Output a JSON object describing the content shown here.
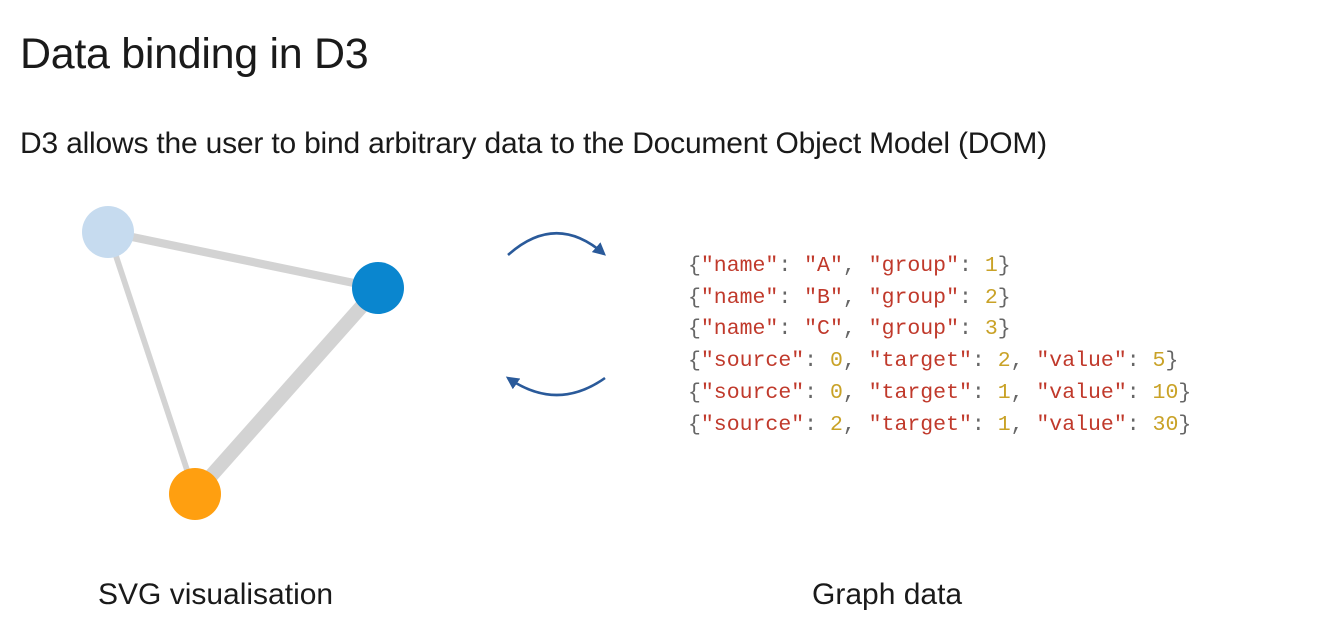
{
  "slide": {
    "title": "Data binding in D3",
    "subtitle": "D3 allows the user to bind arbitrary data to the Document Object Model (DOM)",
    "caption_left": "SVG visualisation",
    "caption_right": "Graph data"
  },
  "colors": {
    "link": "#d3d3d3",
    "arrow": "#2a5a9a",
    "group_1": "#c6dbef",
    "group_2": "#0a86cf",
    "group_3": "#ff9f10",
    "code_key": "#c0392b",
    "code_number": "#c9a227",
    "code_punctuation": "#666666"
  },
  "graph": {
    "nodes": [
      {
        "name": "A",
        "group": 1
      },
      {
        "name": "B",
        "group": 2
      },
      {
        "name": "C",
        "group": 3
      }
    ],
    "links": [
      {
        "source": 0,
        "target": 2,
        "value": 5
      },
      {
        "source": 0,
        "target": 1,
        "value": 10
      },
      {
        "source": 2,
        "target": 1,
        "value": 30
      }
    ]
  },
  "code_lines": [
    [
      {
        "t": "punc",
        "v": "{"
      },
      {
        "t": "key",
        "v": "\"name\""
      },
      {
        "t": "punc",
        "v": ": "
      },
      {
        "t": "str",
        "v": "\"A\""
      },
      {
        "t": "punc",
        "v": ", "
      },
      {
        "t": "key",
        "v": "\"group\""
      },
      {
        "t": "punc",
        "v": ": "
      },
      {
        "t": "num",
        "v": "1"
      },
      {
        "t": "punc",
        "v": "}"
      }
    ],
    [
      {
        "t": "punc",
        "v": "{"
      },
      {
        "t": "key",
        "v": "\"name\""
      },
      {
        "t": "punc",
        "v": ": "
      },
      {
        "t": "str",
        "v": "\"B\""
      },
      {
        "t": "punc",
        "v": ", "
      },
      {
        "t": "key",
        "v": "\"group\""
      },
      {
        "t": "punc",
        "v": ": "
      },
      {
        "t": "num",
        "v": "2"
      },
      {
        "t": "punc",
        "v": "}"
      }
    ],
    [
      {
        "t": "punc",
        "v": "{"
      },
      {
        "t": "key",
        "v": "\"name\""
      },
      {
        "t": "punc",
        "v": ": "
      },
      {
        "t": "str",
        "v": "\"C\""
      },
      {
        "t": "punc",
        "v": ", "
      },
      {
        "t": "key",
        "v": "\"group\""
      },
      {
        "t": "punc",
        "v": ": "
      },
      {
        "t": "num",
        "v": "3"
      },
      {
        "t": "punc",
        "v": "}"
      }
    ],
    [
      {
        "t": "punc",
        "v": "{"
      },
      {
        "t": "key",
        "v": "\"source\""
      },
      {
        "t": "punc",
        "v": ": "
      },
      {
        "t": "num",
        "v": "0"
      },
      {
        "t": "punc",
        "v": ", "
      },
      {
        "t": "key",
        "v": "\"target\""
      },
      {
        "t": "punc",
        "v": ": "
      },
      {
        "t": "num",
        "v": "2"
      },
      {
        "t": "punc",
        "v": ", "
      },
      {
        "t": "key",
        "v": "\"value\""
      },
      {
        "t": "punc",
        "v": ": "
      },
      {
        "t": "num",
        "v": "5"
      },
      {
        "t": "punc",
        "v": "}"
      }
    ],
    [
      {
        "t": "punc",
        "v": "{"
      },
      {
        "t": "key",
        "v": "\"source\""
      },
      {
        "t": "punc",
        "v": ": "
      },
      {
        "t": "num",
        "v": "0"
      },
      {
        "t": "punc",
        "v": ", "
      },
      {
        "t": "key",
        "v": "\"target\""
      },
      {
        "t": "punc",
        "v": ": "
      },
      {
        "t": "num",
        "v": "1"
      },
      {
        "t": "punc",
        "v": ", "
      },
      {
        "t": "key",
        "v": "\"value\""
      },
      {
        "t": "punc",
        "v": ": "
      },
      {
        "t": "num",
        "v": "10"
      },
      {
        "t": "punc",
        "v": "}"
      }
    ],
    [
      {
        "t": "punc",
        "v": "{"
      },
      {
        "t": "key",
        "v": "\"source\""
      },
      {
        "t": "punc",
        "v": ": "
      },
      {
        "t": "num",
        "v": "2"
      },
      {
        "t": "punc",
        "v": ", "
      },
      {
        "t": "key",
        "v": "\"target\""
      },
      {
        "t": "punc",
        "v": ": "
      },
      {
        "t": "num",
        "v": "1"
      },
      {
        "t": "punc",
        "v": ", "
      },
      {
        "t": "key",
        "v": "\"value\""
      },
      {
        "t": "punc",
        "v": ": "
      },
      {
        "t": "num",
        "v": "30"
      },
      {
        "t": "punc",
        "v": "}"
      }
    ]
  ]
}
